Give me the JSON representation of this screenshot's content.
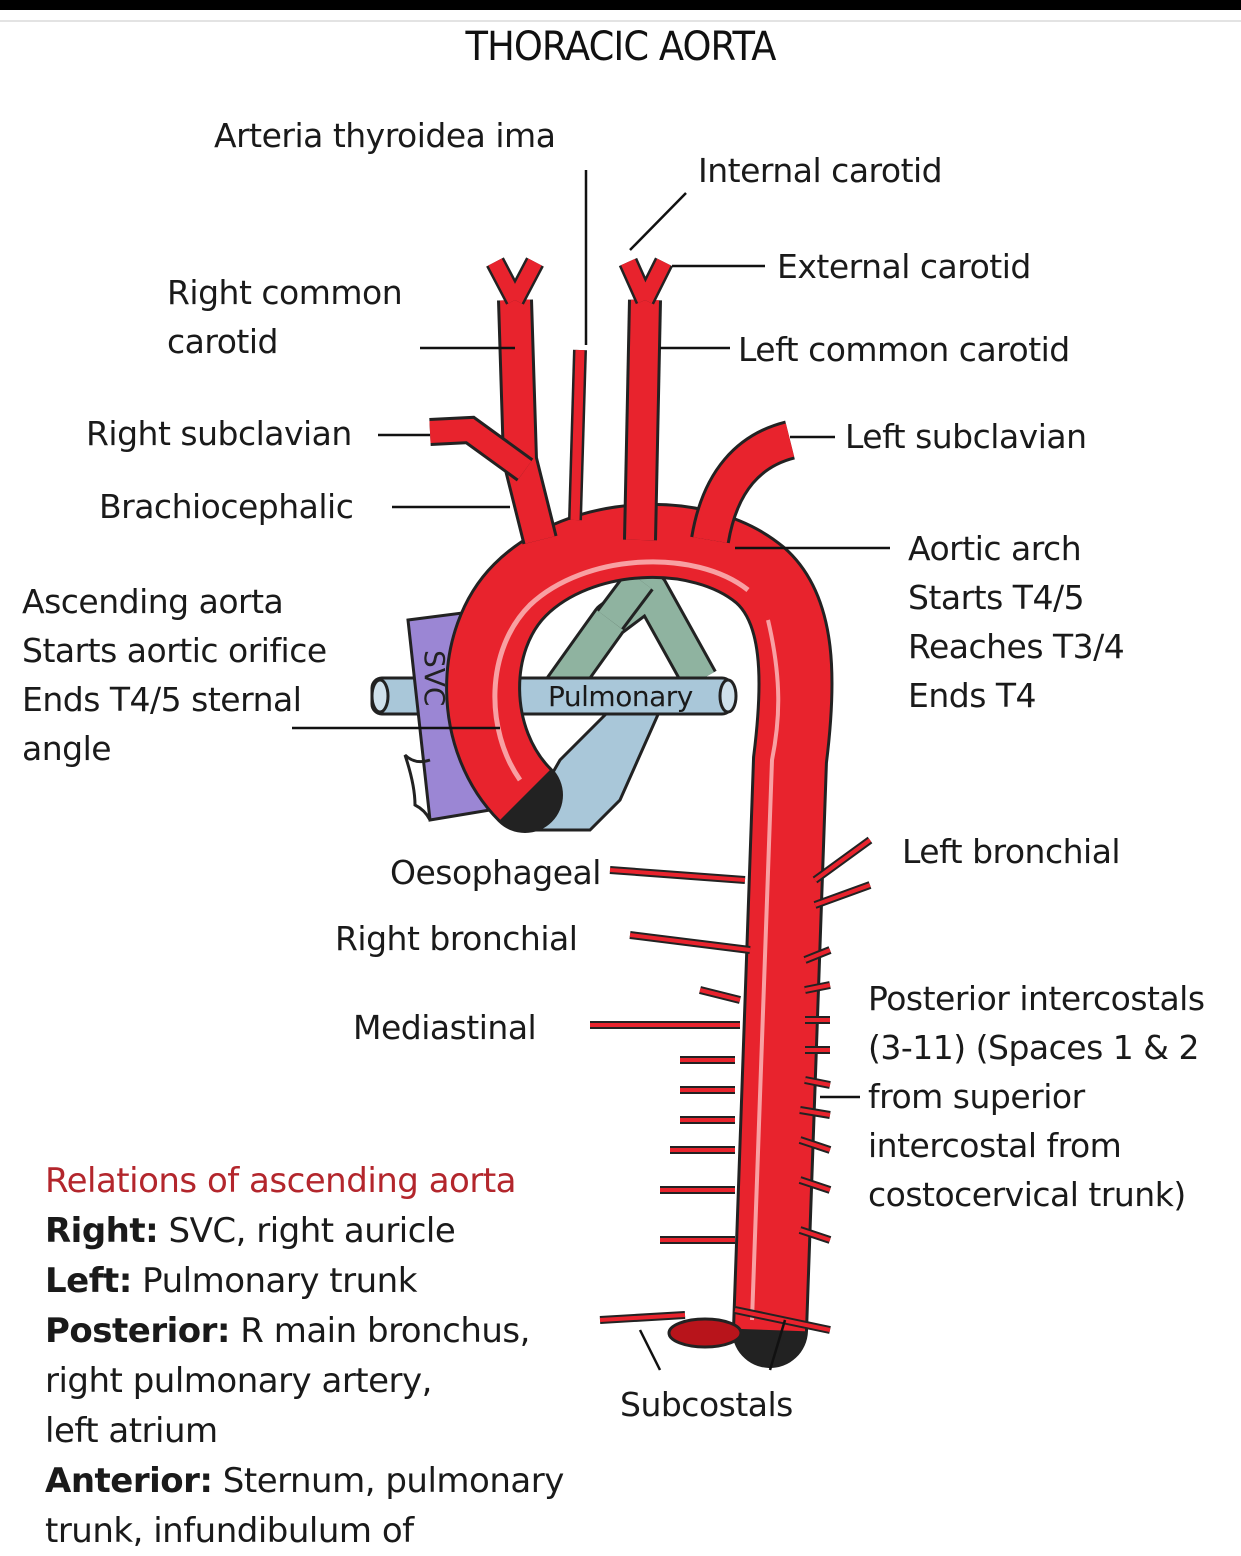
{
  "title": "THORACIC AORTA",
  "labels": {
    "arteria_thyroidea_ima": "Arteria thyroidea ima",
    "internal_carotid": "Internal carotid",
    "external_carotid": "External carotid",
    "right_common_carotid": [
      "Right common",
      "carotid"
    ],
    "left_common_carotid": "Left common carotid",
    "right_subclavian": "Right subclavian",
    "left_subclavian": "Left subclavian",
    "brachiocephalic": "Brachiocephalic",
    "aortic_arch": [
      "Aortic arch",
      "Starts T4/5",
      "Reaches T3/4",
      "Ends T4"
    ],
    "ascending_aorta": [
      "Ascending aorta",
      "Starts aortic orifice",
      "Ends T4/5 sternal",
      "angle"
    ],
    "svc": "SVC",
    "pulmonary": "Pulmonary",
    "left_bronchial": "Left bronchial",
    "oesophageal": "Oesophageal",
    "right_bronchial": "Right bronchial",
    "mediastinal": "Mediastinal",
    "posterior_intercostals": [
      "Posterior intercostals",
      "(3-11) (Spaces 1 & 2",
      "from superior",
      "intercostal from",
      "costocervical trunk)"
    ],
    "subcostals": "Subcostals"
  },
  "relations": {
    "heading": "Relations of ascending aorta",
    "rows": [
      {
        "key": "Right:",
        "text": " SVC, right auricle"
      },
      {
        "key": "Left:",
        "text": " Pulmonary trunk"
      },
      {
        "key": "Posterior:",
        "text": " R main bronchus,"
      },
      {
        "key": "",
        "text": "right pulmonary artery,"
      },
      {
        "key": "",
        "text": "left atrium"
      },
      {
        "key": "Anterior:",
        "text": " Sternum, pulmonary"
      },
      {
        "key": "",
        "text": "trunk, infundibulum of"
      }
    ]
  },
  "colors": {
    "artery": "#e8232d",
    "artery_dark": "#8c1014",
    "svc": "#9b86d4",
    "pulmonary_trunk": "#a9c7d9",
    "pulmonary_branch": "#8fb3a0",
    "relations_heading": "#b3262c"
  }
}
